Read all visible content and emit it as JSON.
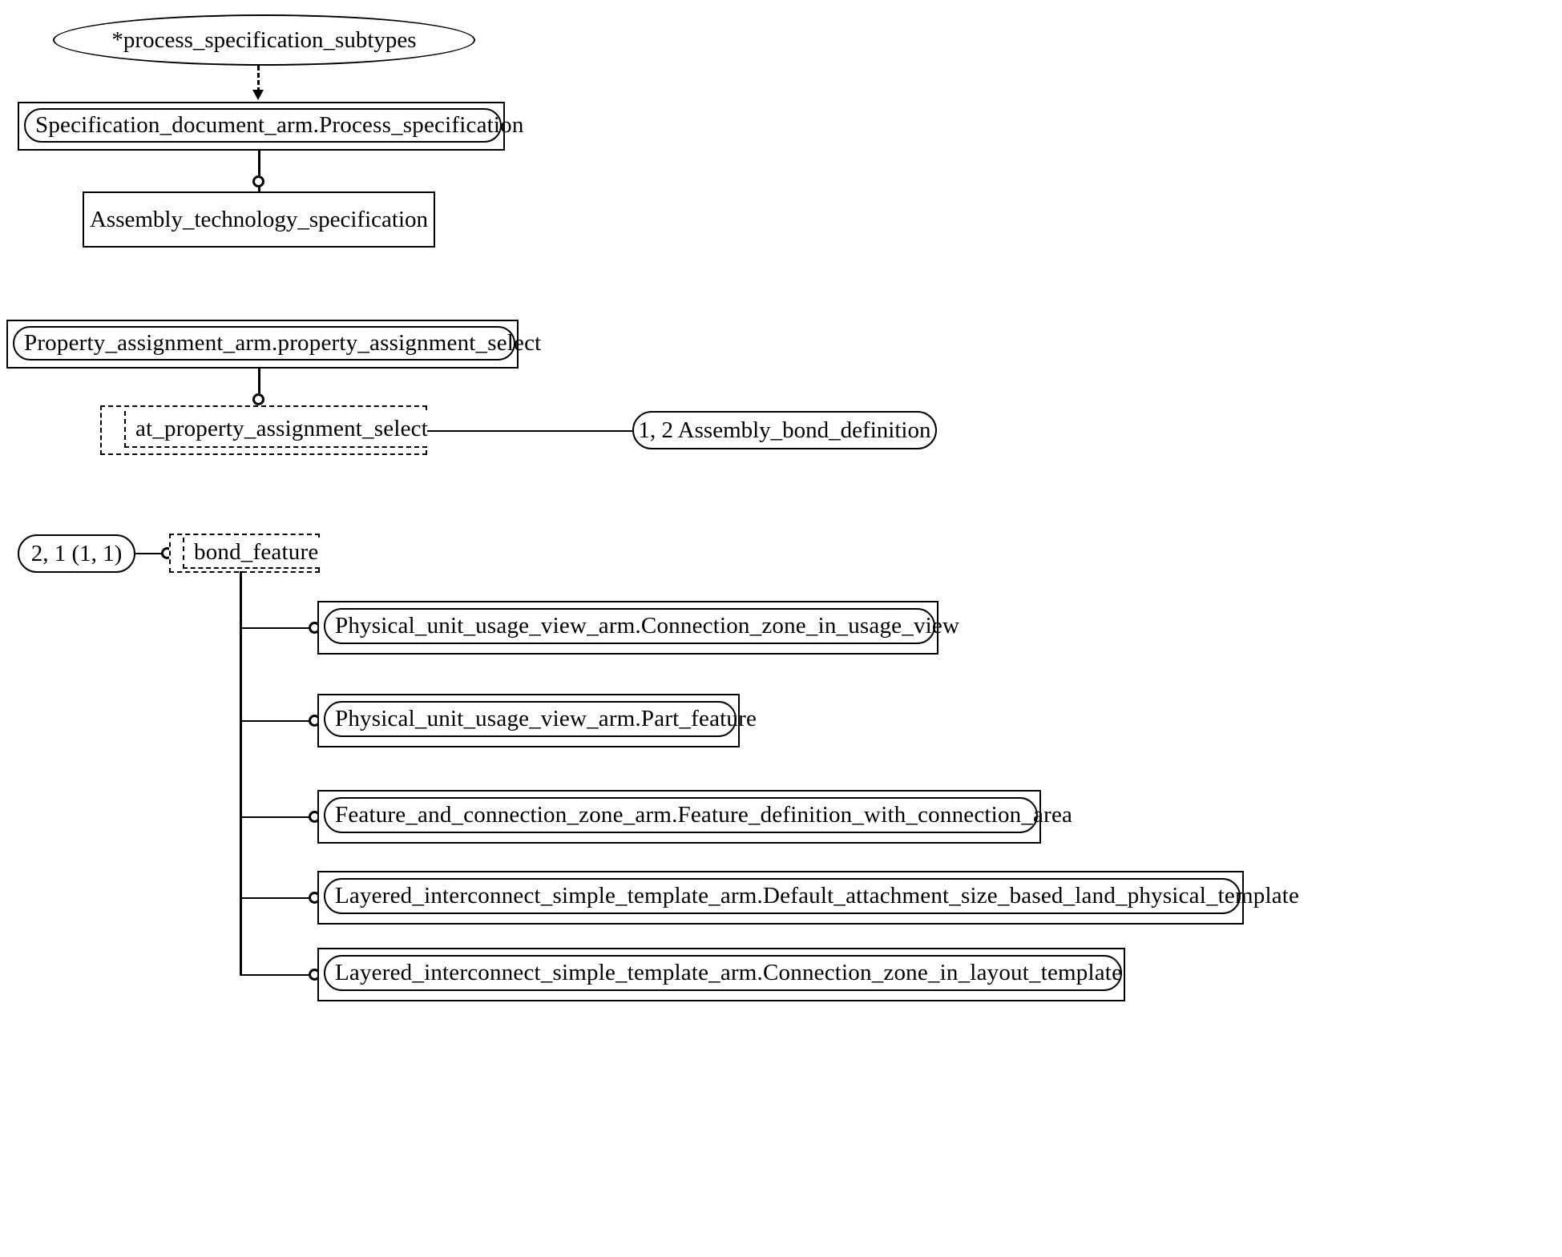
{
  "diagram": {
    "title": "EXPRESS-G entity relationship diagram",
    "stroke_color": "#000000",
    "background_color": "#ffffff"
  },
  "nodes": {
    "process_specification_subtypes": {
      "label": "*process_specification_subtypes",
      "shape": "ellipse",
      "kind": "subtype-selector"
    },
    "specification_document_arm": {
      "label": "Specification_document_arm.Process_specification",
      "shape": "rounded-in-rect",
      "kind": "imported-entity"
    },
    "assembly_technology_specification": {
      "label": "Assembly_technology_specification",
      "shape": "rect",
      "kind": "entity"
    },
    "property_assignment_arm": {
      "label": "Property_assignment_arm.property_assignment_select",
      "shape": "rounded-in-rect",
      "kind": "imported-select"
    },
    "at_property_assignment_select": {
      "label": "at_property_assignment_select",
      "shape": "dashed-rect",
      "kind": "attribute"
    },
    "assembly_bond_definition": {
      "label": "1, 2 Assembly_bond_definition",
      "shape": "stadium",
      "kind": "page-reference"
    },
    "bond_feature_ref": {
      "label": "2, 1 (1, 1)",
      "shape": "stadium",
      "kind": "page-reference"
    },
    "bond_feature": {
      "label": "bond_feature",
      "shape": "dashed-rect",
      "kind": "attribute"
    }
  },
  "bond_feature_targets": [
    {
      "id": "connection-zone-in-usage-view",
      "label": "Physical_unit_usage_view_arm.Connection_zone_in_usage_view"
    },
    {
      "id": "part-feature",
      "label": "Physical_unit_usage_view_arm.Part_feature"
    },
    {
      "id": "feature-definition-with-connection-area",
      "label": "Feature_and_connection_zone_arm.Feature_definition_with_connection_area"
    },
    {
      "id": "default-attachment-size-based-land-physical-template",
      "label": "Layered_interconnect_simple_template_arm.Default_attachment_size_based_land_physical_template"
    },
    {
      "id": "connection-zone-in-layout-template",
      "label": "Layered_interconnect_simple_template_arm.Connection_zone_in_layout_template"
    }
  ]
}
